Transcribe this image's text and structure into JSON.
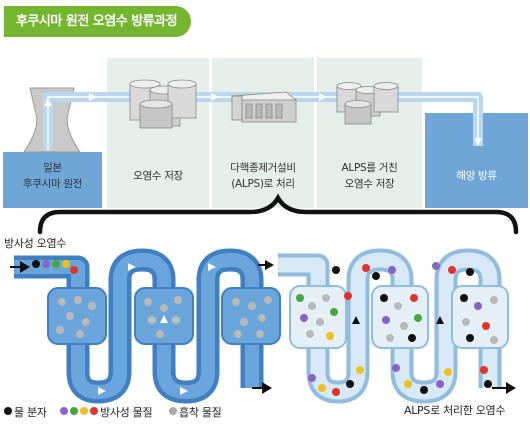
{
  "title": "후쿠시마 원전 오염수 방류과정",
  "stages": [
    {
      "lines": [
        "일본",
        "후쿠시마 원전"
      ]
    },
    {
      "lines": [
        "오염수 저장"
      ]
    },
    {
      "lines": [
        "다핵종제거설비",
        "(ALPS)로 처리"
      ]
    },
    {
      "lines": [
        "ALPS를 거친",
        "오염수 저장"
      ]
    },
    {
      "lines": [
        "해양 방류"
      ]
    }
  ],
  "labels": {
    "contaminated_in": "방사성 오염수",
    "treated_out": "ALPS로 처리한 오염수"
  },
  "legend": {
    "water": "물 분자",
    "radioactive": "방사성 물질",
    "adsorbed": "흡착 물질"
  },
  "colors": {
    "accent_green": "#74b62f",
    "stage_bg": "#e3efe8",
    "pipe_blue": "#5b9bd5",
    "pipe_light": "#b9d7ee",
    "water_molecule": "#111111",
    "radioactive": [
      "#8a63c6",
      "#46a83b",
      "#f0c020",
      "#e2332a"
    ],
    "adsorbed": "#a9a9a9"
  }
}
